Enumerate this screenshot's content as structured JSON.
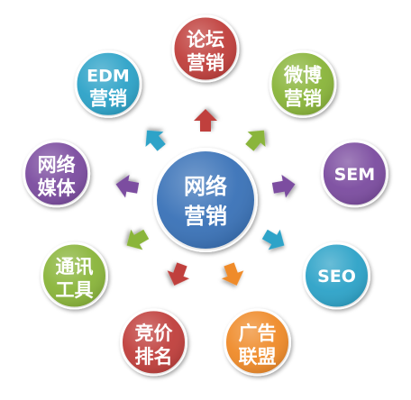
{
  "center": {
    "line1": "网络",
    "line2": "营销",
    "color": "#3a73b8"
  },
  "nodes": [
    {
      "id": "forum",
      "line1": "论坛",
      "line2": "营销",
      "color": "#c0403c"
    },
    {
      "id": "weibo",
      "line1": "微博",
      "line2": "营销",
      "color": "#8ab53a"
    },
    {
      "id": "sem",
      "line1": "SEM",
      "line2": "",
      "color": "#7b4ea0"
    },
    {
      "id": "seo",
      "line1": "SEO",
      "line2": "",
      "color": "#2fa3c8"
    },
    {
      "id": "alliance",
      "line1": "广告",
      "line2": "联盟",
      "color": "#ef8b2c"
    },
    {
      "id": "ranking",
      "line1": "竞价",
      "line2": "排名",
      "color": "#c0403c"
    },
    {
      "id": "tools",
      "line1": "通讯",
      "line2": "工具",
      "color": "#8ab53a"
    },
    {
      "id": "media",
      "line1": "网络",
      "line2": "媒体",
      "color": "#7b4ea0"
    },
    {
      "id": "edm",
      "line1": "EDM",
      "line2": "营销",
      "color": "#2fa3c8"
    }
  ]
}
